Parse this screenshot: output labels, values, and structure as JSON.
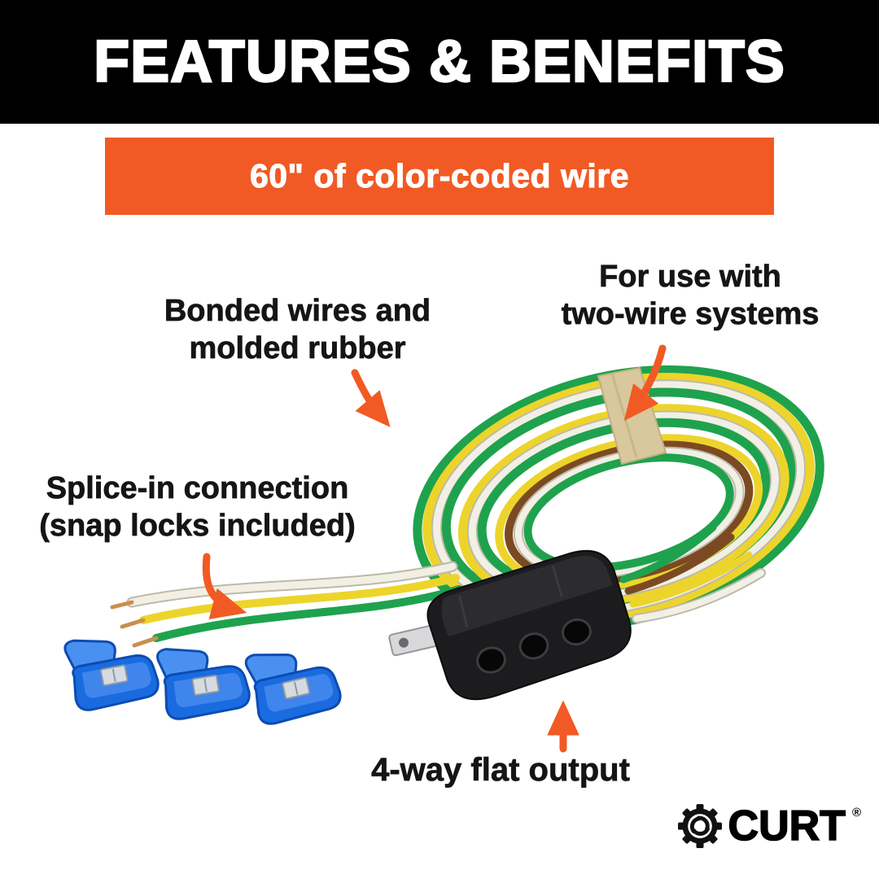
{
  "header": {
    "title": "FEATURES & BENEFITS"
  },
  "banner": {
    "text": "60\" of color-coded wire"
  },
  "callouts": {
    "bonded_wires": {
      "line1": "Bonded wires and",
      "line2": "molded rubber"
    },
    "two_wire_systems": {
      "line1": "For use with",
      "line2": "two-wire systems"
    },
    "splice_in": {
      "line1": "Splice-in connection",
      "line2": "(snap locks included)"
    },
    "flat_output": {
      "label": "4-way flat output"
    }
  },
  "brand": {
    "name": "CURT",
    "registered_mark": "®"
  },
  "colors": {
    "accent_orange": "#F15A24",
    "header_bg": "#000000",
    "wire_green": "#1FA24D",
    "wire_yellow": "#EDD42B",
    "wire_white": "#F2EFE5",
    "wire_brown": "#7C4A22",
    "snap_lock_blue": "#1A6BE0"
  }
}
